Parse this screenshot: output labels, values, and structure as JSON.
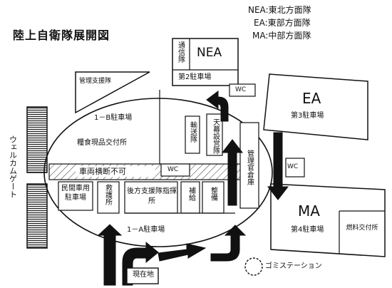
{
  "title": "陸上自衛隊展開図",
  "legend": [
    {
      "key": "NEA",
      "value": "東北方面隊"
    },
    {
      "key": "EA",
      "value": "東部方面隊"
    },
    {
      "key": "MA",
      "value": "中部方面隊"
    }
  ],
  "labels": {
    "welcome_gate": "ウェルカムゲート",
    "nea_comm": "通信隊",
    "nea": "NEA",
    "nea_lot": "第2駐車場",
    "mgmt": "管理支援隊",
    "wc": "WC",
    "ea": "EA",
    "ea_lot": "第3駐車場",
    "lot_1b": "1－B駐車場",
    "rations": "糧食現品交付所",
    "transport": "輸送隊",
    "tent": "天幕設営隊",
    "warehouse": "管理官倉庫",
    "no_crossing": "車両横断不可",
    "civil_lot": "民間車用駐車場",
    "aid": "救護所",
    "rear_hq": "後方支援隊指揮所",
    "supply": "補給",
    "maint": "整備",
    "lot_1a": "1－A駐車場",
    "ma": "MA",
    "ma_lot": "第4駐車場",
    "fuel": "燃料交付所",
    "current": "現在地",
    "garbage": "ゴミステーション"
  }
}
